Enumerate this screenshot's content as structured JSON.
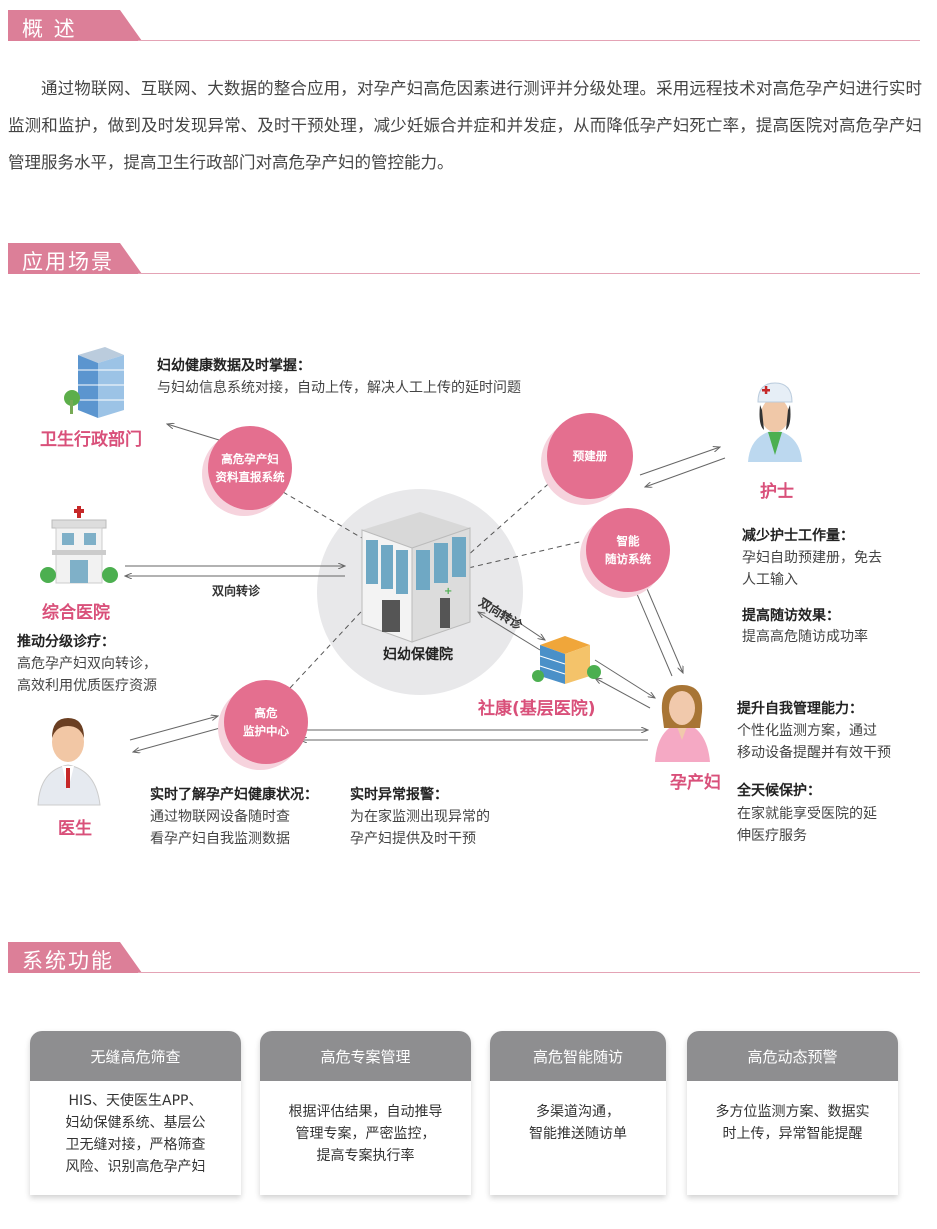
{
  "sections": {
    "overview": {
      "title": "概 述",
      "text": "通过物联网、互联网、大数据的整合应用，对孕产妇高危因素进行测评并分级处理。采用远程技术对高危孕产妇进行实时监测和监护，做到及时发现异常、及时干预处理，减少妊娠合并症和并发症，从而降低孕产妇死亡率，提高医院对高危孕产妇管理服务水平，提高卫生行政部门对高危孕产妇的管控能力。"
    },
    "scenarios": {
      "title": "应用场景"
    },
    "functions": {
      "title": "系统功能"
    }
  },
  "diagram": {
    "center": "妇幼保健院",
    "nodes": {
      "gov": "卫生行政部门",
      "hospital": "综合医院",
      "doctor": "医生",
      "nurse": "护士",
      "community": "社康(基层医院)",
      "pregnant": "孕产妇"
    },
    "systems": {
      "report": [
        "高危孕产妇",
        "资料直报系统"
      ],
      "prebuild": "预建册",
      "followup": [
        "智能",
        "随访系统"
      ],
      "monitor": [
        "高危",
        "监护中心"
      ]
    },
    "arrow_labels": {
      "referral1": "双向转诊",
      "referral2": "双向转诊"
    },
    "notes": {
      "gov": {
        "title": "妇幼健康数据及时掌握：",
        "lines": [
          "与妇幼信息系统对接，自动上传，解决人工上传的延时问题"
        ]
      },
      "hospital": {
        "title": "推动分级诊疗：",
        "lines": [
          "高危孕产妇双向转诊，",
          "高效利用优质医疗资源"
        ]
      },
      "nurse1": {
        "title": "减少护士工作量：",
        "lines": [
          "孕妇自助预建册，免去",
          "人工输入"
        ]
      },
      "nurse2": {
        "title": "提高随访效果：",
        "lines": [
          "提高高危随访成功率"
        ]
      },
      "self": {
        "title": "提升自我管理能力：",
        "lines": [
          "个性化监测方案，通过",
          "移动设备提醒并有效干预"
        ]
      },
      "care": {
        "title": "全天候保护：",
        "lines": [
          "在家就能享受医院的延",
          "伸医疗服务"
        ]
      },
      "realtime": {
        "title": "实时了解孕产妇健康状况：",
        "lines": [
          "通过物联网设备随时查",
          "看孕产妇自我监测数据"
        ]
      },
      "alarm": {
        "title": "实时异常报警：",
        "lines": [
          "为在家监测出现异常的",
          "孕产妇提供及时干预"
        ]
      }
    }
  },
  "cards": [
    {
      "title": "无缝高危筛查",
      "lines": [
        "HIS、天使医生APP、",
        "妇幼保健系统、基层公",
        "卫无缝对接，严格筛查",
        "风险、识别高危孕产妇"
      ]
    },
    {
      "title": "高危专案管理",
      "lines": [
        "根据评估结果，自动推导",
        "管理专案，严密监控，",
        "提高专案执行率"
      ]
    },
    {
      "title": "高危智能随访",
      "lines": [
        "多渠道沟通，",
        "智能推送随访单"
      ]
    },
    {
      "title": "高危动态预警",
      "lines": [
        "多方位监测方案、数据实",
        "时上传，异常智能提醒"
      ]
    }
  ],
  "colors": {
    "accent": "#dc7f98",
    "label": "#d9507a",
    "circle": "#e46f8f",
    "card_header": "#8e8e90"
  }
}
